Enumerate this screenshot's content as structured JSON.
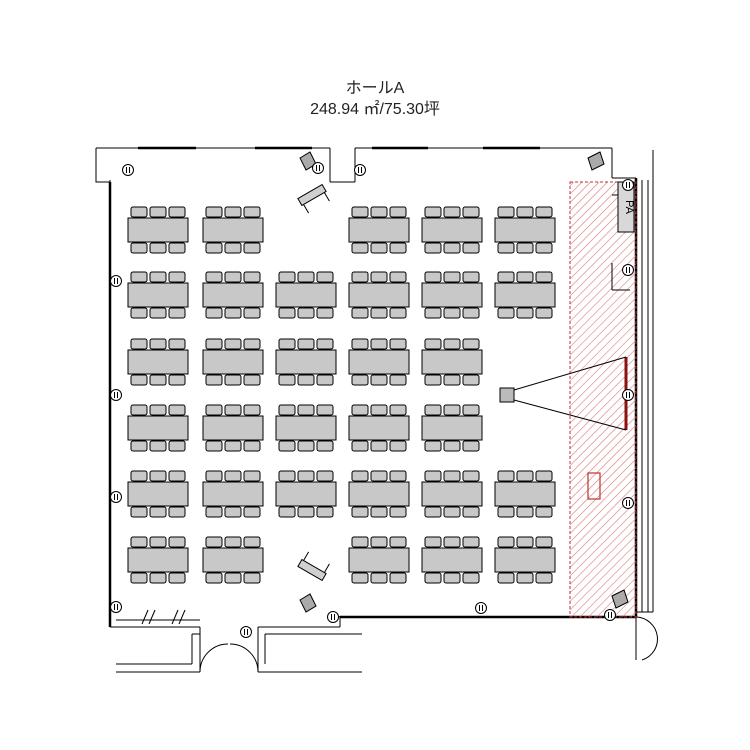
{
  "room": {
    "name": "ホールA",
    "area": "248.94 ㎡/75.30坪"
  },
  "labels": {
    "pa": "PA"
  },
  "colors": {
    "stage_hatch": "#e08a8a",
    "stage_border": "#c03030",
    "table_fill": "#c8c8c8",
    "wall": "#000000"
  },
  "layout": {
    "seating_rows": [
      [
        true,
        true,
        false,
        true,
        true,
        true
      ],
      [
        true,
        true,
        true,
        true,
        true,
        true
      ],
      [
        true,
        true,
        true,
        true,
        true,
        false
      ],
      [
        true,
        true,
        true,
        true,
        true,
        false
      ],
      [
        true,
        true,
        true,
        true,
        true,
        true
      ],
      [
        true,
        true,
        false,
        true,
        true,
        true
      ]
    ],
    "chairs_per_side": 3
  },
  "icons": {
    "outlet": "outlet-icon",
    "speaker": "speaker-icon",
    "projector": "projector-icon",
    "screen": "screen-icon",
    "door": "double-door-icon"
  }
}
